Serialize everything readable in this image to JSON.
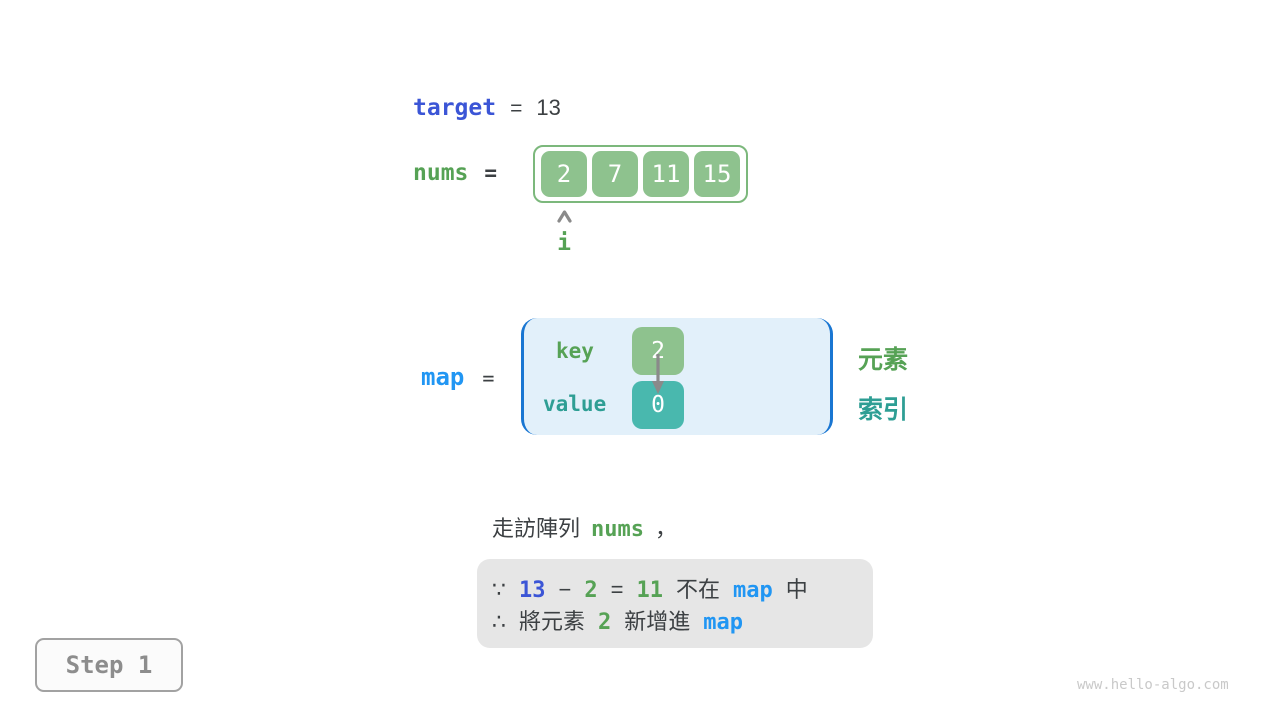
{
  "colors": {
    "royal_blue": "#3b55d6",
    "azure_blue": "#2196f3",
    "green_text": "#56a255",
    "green_fill": "#8ec28e",
    "green_border": "#7cb87c",
    "teal_text": "#2e9e94",
    "teal_fill": "#49b8ae",
    "dark_text": "#3c4043",
    "map_box_bg": "#e2f0fa",
    "map_box_border": "#1976d2",
    "note_bg": "#e6e6e6",
    "step_gray": "#8d8d8d",
    "pointer_gray": "#8a8a8a"
  },
  "target_line": {
    "name": "target",
    "equals": "=",
    "value": "13"
  },
  "nums_line": {
    "name": "nums",
    "equals": "=",
    "cells": [
      "2",
      "7",
      "11",
      "15"
    ],
    "pointer": "i"
  },
  "map_section": {
    "name": "map",
    "equals": "=",
    "key_label": "key",
    "key_value": "2",
    "value_label": "value",
    "value_value": "0",
    "element_label": "元素",
    "index_label": "索引"
  },
  "caption": {
    "prefix": "走訪陣列",
    "code": "nums",
    "comma": "，"
  },
  "note": {
    "l1": [
      "∵",
      "13",
      "−",
      "2",
      "=",
      "11",
      "不在",
      "map",
      "中"
    ],
    "l2": [
      "∴",
      "將元素",
      "2",
      "新增進",
      "map"
    ]
  },
  "step": {
    "label": "Step 1"
  },
  "watermark": "www.hello-algo.com"
}
